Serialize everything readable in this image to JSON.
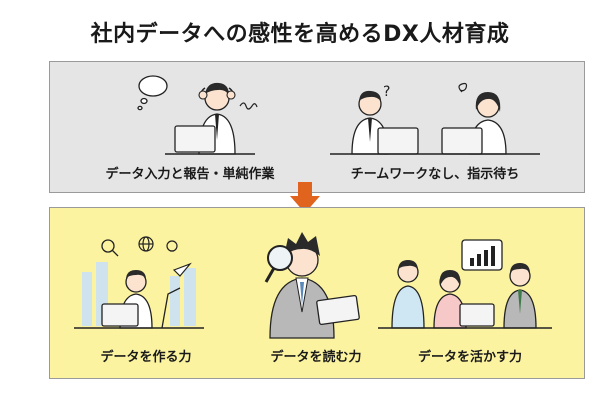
{
  "title": "社内データへの感性を高めるDX人材育成",
  "top_panel": {
    "left_caption": "データ入力と報告・単純作業",
    "right_caption": "チームワークなし、指示待ち",
    "question_mark": "?"
  },
  "bottom_panel": {
    "captions": [
      "データを作る力",
      "データを読む力",
      "データを活かす力"
    ]
  },
  "colors": {
    "top_panel_bg": "#e5e5e5",
    "bottom_panel_bg": "#fbf3a0",
    "arrow": "#e0641e",
    "hair": "#2a2a2a",
    "skin": "#fbe3cf"
  }
}
